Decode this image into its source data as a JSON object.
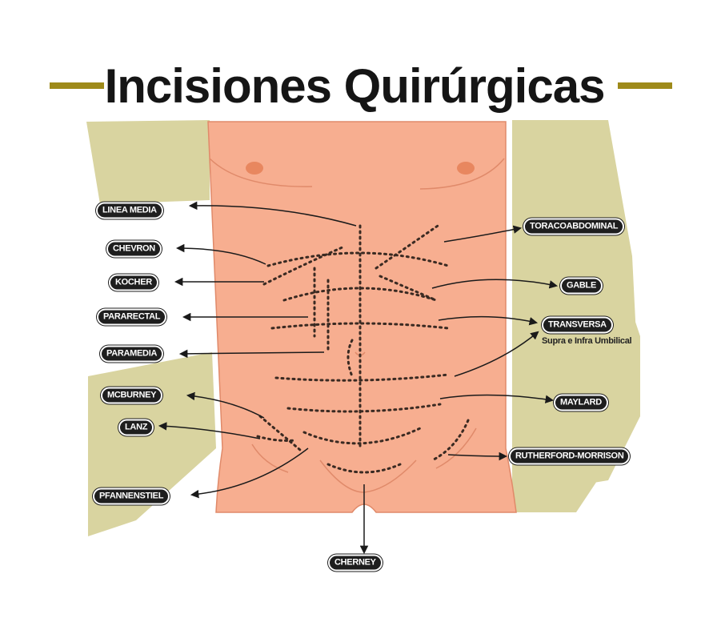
{
  "title": "Incisiones Quirúrgicas",
  "colors": {
    "skin": "#f7ae90",
    "skin_outline": "#e08a6a",
    "nipple": "#e8875f",
    "backdrop": "#d9d4a0",
    "accent_rule": "#9e8a1a",
    "label_bg": "#1e1e1e",
    "label_text": "#ffffff",
    "incision": "#3a2a22"
  },
  "labels": {
    "linea_media": "LINEA MEDIA",
    "chevron": "CHEVRON",
    "kocher": "KOCHER",
    "pararectal": "PARARECTAL",
    "paramedia": "PARAMEDIA",
    "mcburney": "MCBURNEY",
    "lanz": "LANZ",
    "pfannenstiel": "PFANNENSTIEL",
    "cherney": "CHERNEY",
    "toracoabdominal": "TORACOABDOMINAL",
    "gable": "GABLE",
    "transversa": "TRANSVERSA",
    "transversa_note": "Supra e Infra Umbilical",
    "maylard": "MAYLARD",
    "rutherford_morrison": "RUTHERFORD-MORRISON"
  }
}
